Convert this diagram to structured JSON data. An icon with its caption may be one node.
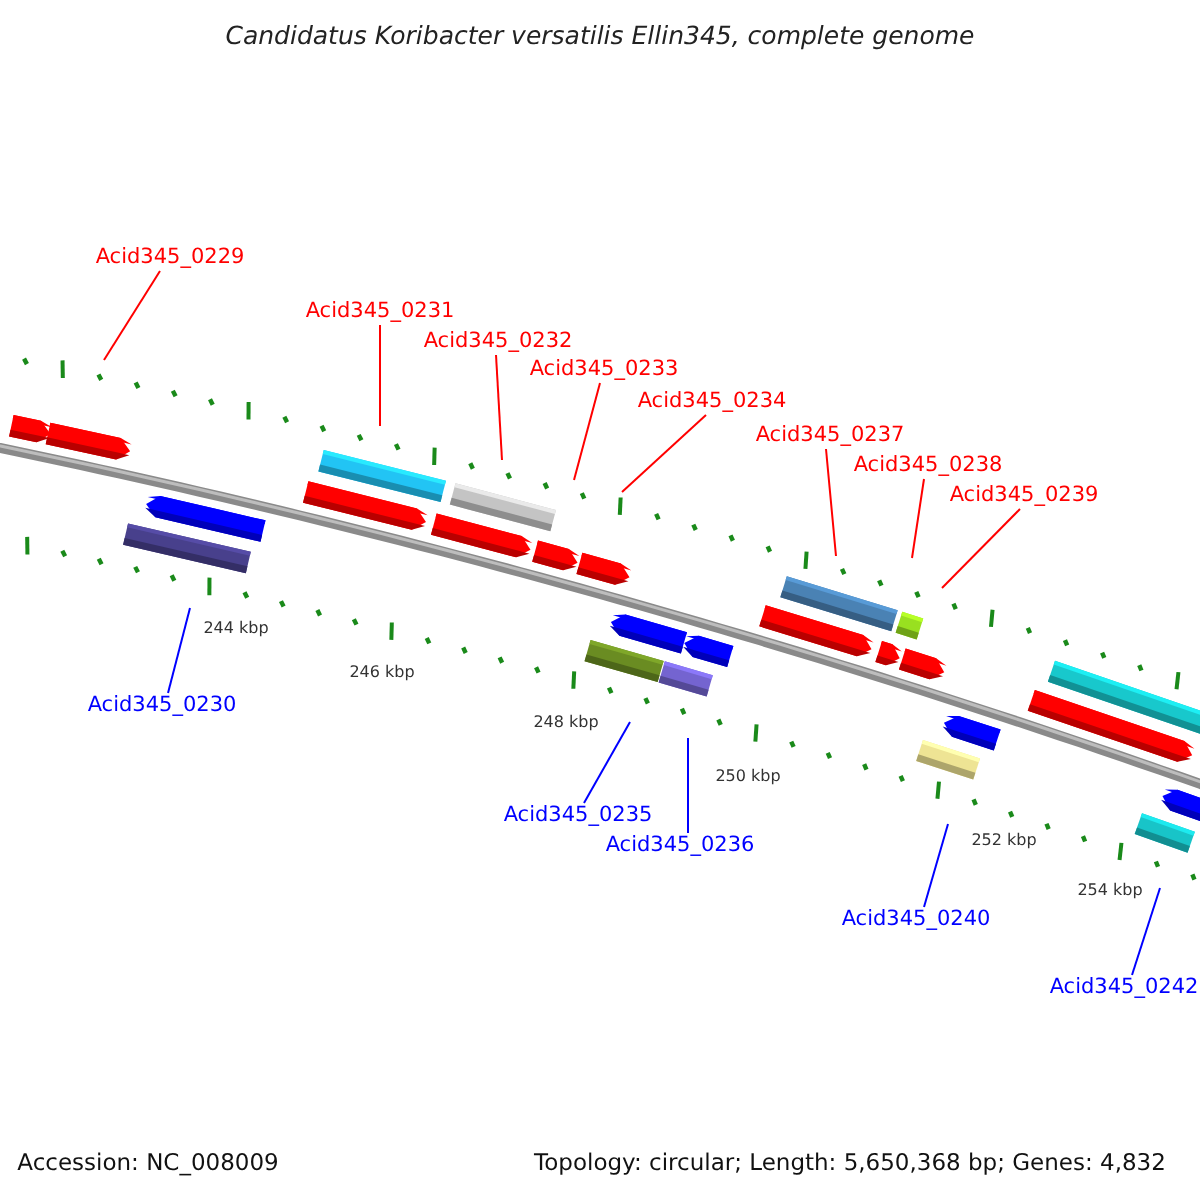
{
  "diagram": {
    "title": "Candidatus Koribacter versatilis Ellin345, complete genome",
    "nodes": [
      {
        "text": [
          "Acid345_0229"
        ]
      },
      {
        "text": [
          "Acid345_0231"
        ]
      },
      {
        "text": [
          "Acid345_0232"
        ]
      },
      {
        "text": [
          "Acid345_0233"
        ]
      },
      {
        "text": [
          "Acid345_0234"
        ]
      },
      {
        "text": [
          "Acid345_0237"
        ]
      },
      {
        "text": [
          "Acid345_0238"
        ]
      },
      {
        "text": [
          "Acid345_0239"
        ]
      },
      {
        "text": [
          "Acid345_0230"
        ]
      },
      {
        "text": [
          "Acid345_0235"
        ]
      },
      {
        "text": [
          "Acid345_0236"
        ]
      },
      {
        "text": [
          "Acid345_0240"
        ]
      },
      {
        "text": [
          "Acid345_0242"
        ]
      }
    ],
    "edges": [
      {
        "from": 0,
        "to": null,
        "arrow": "none"
      },
      {
        "from": 1,
        "to": null,
        "arrow": "none"
      },
      {
        "from": 2,
        "to": null,
        "arrow": "none"
      },
      {
        "from": 3,
        "to": null,
        "arrow": "none"
      },
      {
        "from": 4,
        "to": null,
        "arrow": "none"
      },
      {
        "from": 5,
        "to": null,
        "arrow": "none"
      },
      {
        "from": 6,
        "to": null,
        "arrow": "none"
      },
      {
        "from": 7,
        "to": null,
        "arrow": "none"
      },
      {
        "from": 8,
        "to": null,
        "arrow": "none",
        "color": "#0000ff"
      },
      {
        "from": 9,
        "to": null,
        "arrow": "none",
        "color": "#0000ff"
      },
      {
        "from": 10,
        "to": null,
        "arrow": "none",
        "color": "#0000ff"
      },
      {
        "from": 11,
        "to": null,
        "arrow": "none",
        "color": "#0000ff"
      },
      {
        "from": 12,
        "to": null,
        "arrow": "none",
        "color": "#0000ff"
      }
    ],
    "labels": [
      "244 kbp",
      "246 kbp",
      "248 kbp",
      "250 kbp",
      "252 kbp",
      "254 kbp",
      "Accession: NC_008009",
      "Topology: circular; Length: 5,650,368 bp; Genes: 4,832"
    ]
  }
}
